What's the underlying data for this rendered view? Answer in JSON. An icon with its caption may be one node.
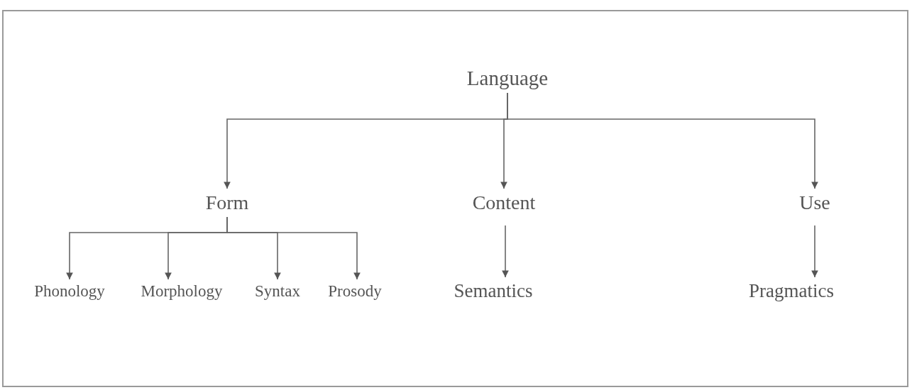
{
  "diagram": {
    "nodes": [
      {
        "text": [
          "Language"
        ]
      },
      {
        "text": [
          "Form"
        ]
      },
      {
        "text": [
          "Content"
        ]
      },
      {
        "text": [
          "Use"
        ]
      },
      {
        "text": [
          "Phonology"
        ]
      },
      {
        "text": [
          "Morphology"
        ]
      },
      {
        "text": [
          "Syntax"
        ]
      },
      {
        "text": [
          "Prosody"
        ]
      },
      {
        "text": [
          "Semantics"
        ]
      },
      {
        "text": [
          "Pragmatics"
        ]
      }
    ],
    "edges": [
      {
        "from": 0,
        "to": 1,
        "arrow": "to"
      },
      {
        "from": 0,
        "to": 2,
        "arrow": "to"
      },
      {
        "from": 0,
        "to": 3,
        "arrow": "to"
      },
      {
        "from": 1,
        "to": 4,
        "arrow": "to"
      },
      {
        "from": 1,
        "to": 5,
        "arrow": "to"
      },
      {
        "from": 1,
        "to": 6,
        "arrow": "to"
      },
      {
        "from": 1,
        "to": 7,
        "arrow": "to"
      },
      {
        "from": 2,
        "to": 8,
        "arrow": "to"
      },
      {
        "from": 3,
        "to": 9,
        "arrow": "to"
      }
    ]
  }
}
